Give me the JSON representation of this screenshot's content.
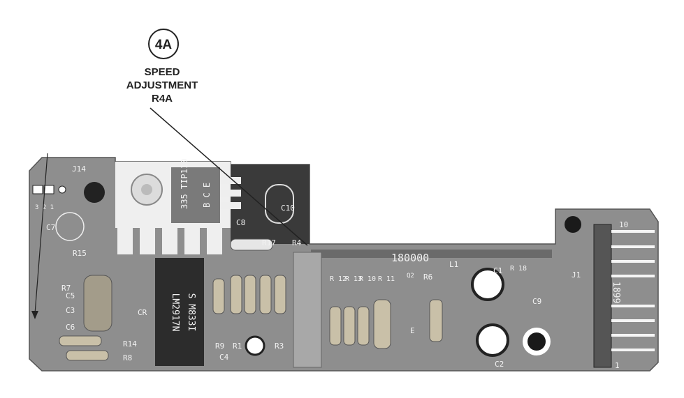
{
  "callout": {
    "badge": "4A",
    "line1": "SPEED",
    "line2": "ADJUSTMENT",
    "line3": "R4A"
  },
  "board": {
    "ic1_text": "335 TIP110",
    "ic1_pins": "B C E",
    "ic2_text": "LM2917N",
    "ic2_code": "S M833I",
    "part_number": "180000",
    "connector_number": "1899",
    "connector_pin_top": "10",
    "connector_pin_bottom": "1",
    "labels": {
      "j14": "J14",
      "pins": "3 2 1",
      "c7": "C7",
      "r15": "R15",
      "r7": "R7",
      "c5": "C5",
      "c3": "C3",
      "c6": "C6",
      "r14": "R14",
      "r8": "R8",
      "cr": "CR",
      "c10": "C10",
      "c8": "C8",
      "r17": "R17",
      "r4": "R4",
      "r9": "R9",
      "r1": "R1",
      "r3": "R3",
      "c4": "C4",
      "r12": "R 12",
      "r13": "R 13",
      "r10": "R 10",
      "r11": "R 11",
      "q2": "Q2",
      "e": "E",
      "r6": "R6",
      "l1": "L1",
      "c1": "C1",
      "r18": "R 18",
      "c9": "C9",
      "c2": "C2",
      "j1": "J1"
    }
  }
}
